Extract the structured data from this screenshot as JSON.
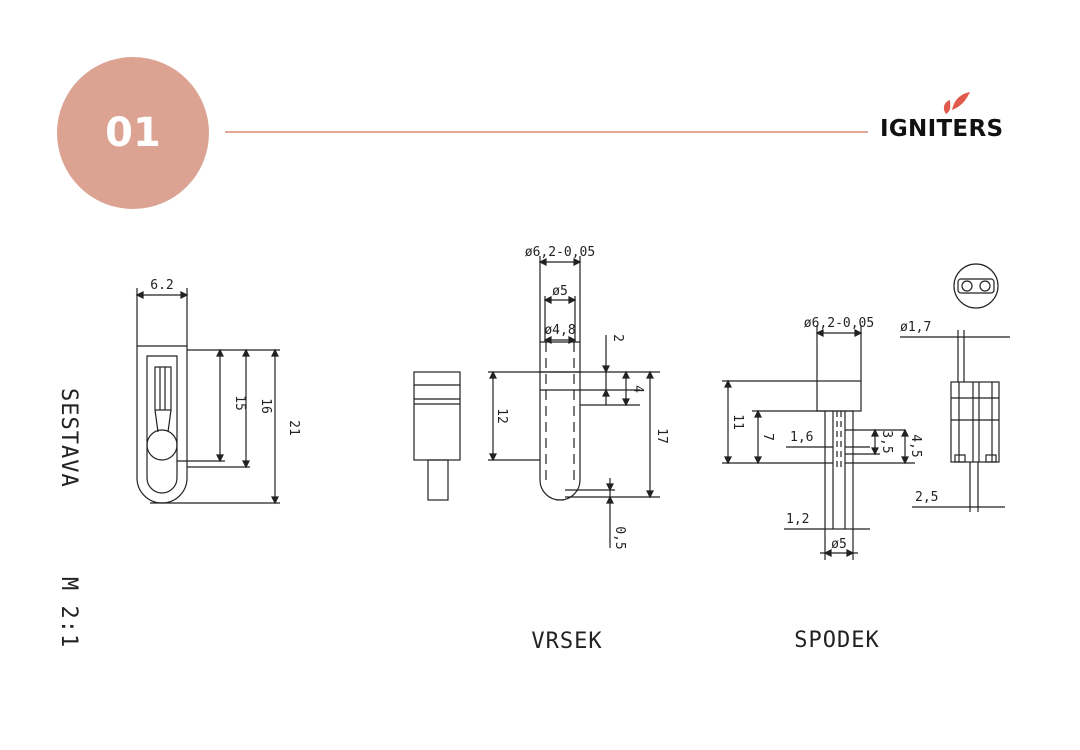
{
  "slide": {
    "number": "01"
  },
  "colors": {
    "badge": "#dca393",
    "line": "#e2a795",
    "logo_mark": "#e25a4a",
    "ink": "#222222"
  },
  "logo": {
    "text": "IGNITERS",
    "icon": "flame-leaf-icon"
  },
  "drawing": {
    "labels": {
      "sestava": "SESTAVA",
      "scale": "M 2:1",
      "vrsek": "VRSEK",
      "spodek": "SPODEK"
    },
    "dims": {
      "a_width": "6.2",
      "a_15": "15",
      "a_16": "16",
      "a_21": "21",
      "v_outer": "ø6,2-0,05",
      "v_5": "ø5",
      "v_48": "ø4,8",
      "v_2": "2",
      "v_4": "4",
      "v_12": "12",
      "v_17": "17",
      "v_05": "0,5",
      "s_outer": "ø6,2-0,05",
      "s_17": "ø1,7",
      "s_11": "11",
      "s_7": "7",
      "s_16": "1,6",
      "s_35": "3,5",
      "s_45": "4,5",
      "s_25": "2,5",
      "s_12": "1,2",
      "s_5": "ø5"
    }
  }
}
